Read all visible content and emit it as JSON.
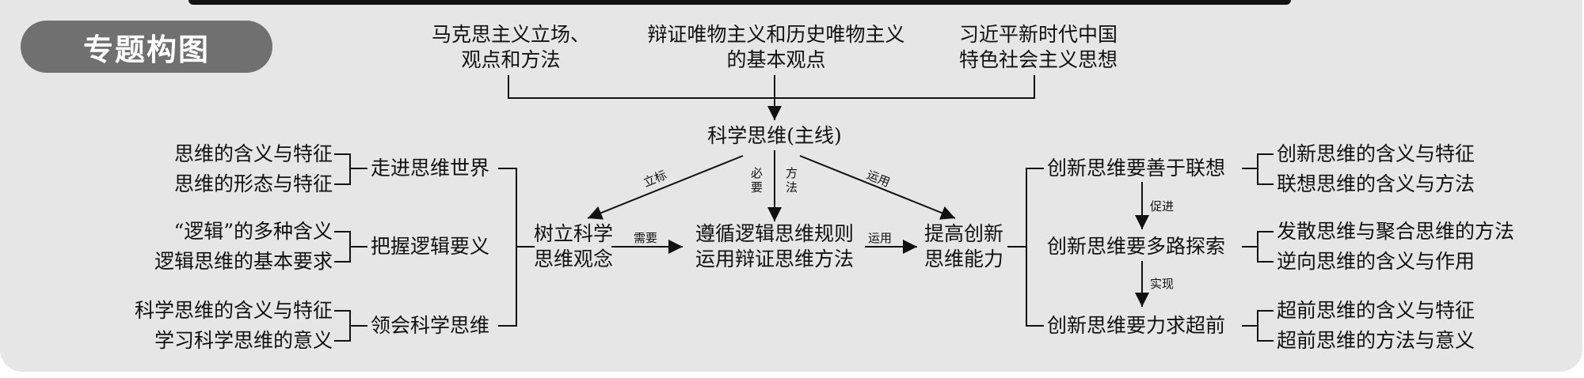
{
  "badge": "专题构图",
  "top": {
    "a": "马克思主义立场、\n观点和方法",
    "b": "辩证唯物主义和历史唯物主义\n的基本观点",
    "c": "习近平新时代中国\n特色社会主义思想"
  },
  "main": "科学思维(主线)",
  "arrow_labels": {
    "left": "立标",
    "mid_a": "必\n要",
    "mid_b": "方\n法",
    "right": "运用",
    "need": "需要",
    "use": "运用",
    "promote": "促进",
    "realize": "实现"
  },
  "center": {
    "left": "树立科学\n思维观念",
    "mid": "遵循逻辑思维规则\n运用辩证思维方法",
    "right": "提高创新\n思维能力"
  },
  "left_groups": [
    {
      "label": "走进思维世界",
      "items": [
        "思维的含义与特征",
        "思维的形态与特征"
      ]
    },
    {
      "label": "把握逻辑要义",
      "items": [
        "“逻辑”的多种含义",
        "逻辑思维的基本要求"
      ]
    },
    {
      "label": "领会科学思维",
      "items": [
        "科学思维的含义与特征",
        "学习科学思维的意义"
      ]
    }
  ],
  "right_groups": [
    {
      "label": "创新思维要善于联想",
      "items": [
        "创新思维的含义与特征",
        "联想思维的含义与方法"
      ]
    },
    {
      "label": "创新思维要多路探索",
      "items": [
        "发散思维与聚合思维的方法",
        "逆向思维的含义与作用"
      ]
    },
    {
      "label": "创新思维要力求超前",
      "items": [
        "超前思维的含义与特征",
        "超前思维的方法与意义"
      ]
    }
  ]
}
